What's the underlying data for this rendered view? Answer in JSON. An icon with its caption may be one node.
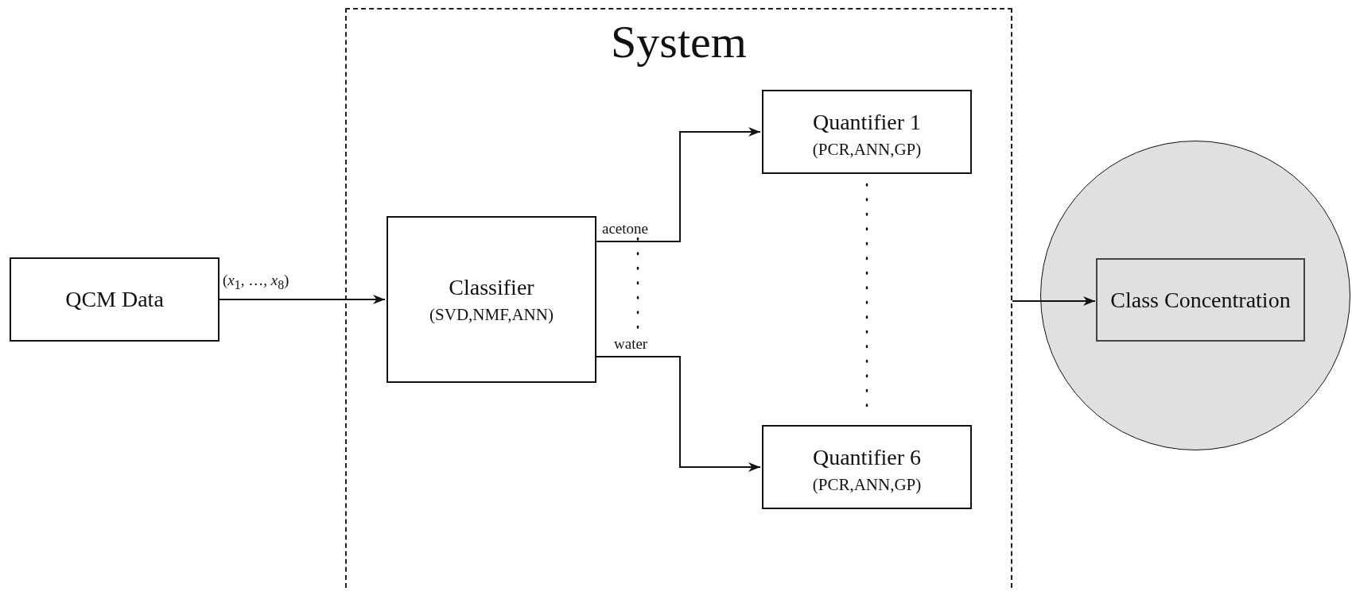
{
  "diagram": {
    "nodes": [
      {
        "text": [
          "QCM Data"
        ]
      },
      {
        "text": [
          "System"
        ]
      },
      {
        "text": [
          "Classifier",
          "(SVD,NMF,ANN)"
        ],
        "in": 1
      },
      {
        "text": [
          "Quantifier 1",
          "(PCR,ANN,GP)"
        ],
        "in": 1
      },
      {
        "text": [
          "Quantifier 6",
          "(PCR,ANN,GP)"
        ],
        "in": 1
      },
      {
        "text": [],
        "shape": "circle"
      },
      {
        "text": [
          "Class Concentration"
        ],
        "in": 5
      }
    ],
    "edges": [
      {
        "from": 0,
        "to": 2,
        "arrow": "to",
        "label": "(*x*$_{1}$, …, *x*$_{8}$)"
      },
      {
        "from": 2,
        "to": 3,
        "arrow": "to",
        "label": "acetone"
      },
      {
        "from": 2,
        "to": 4,
        "arrow": "to",
        "label": "water"
      },
      {
        "from": 1,
        "to": 6,
        "arrow": "to"
      }
    ]
  }
}
